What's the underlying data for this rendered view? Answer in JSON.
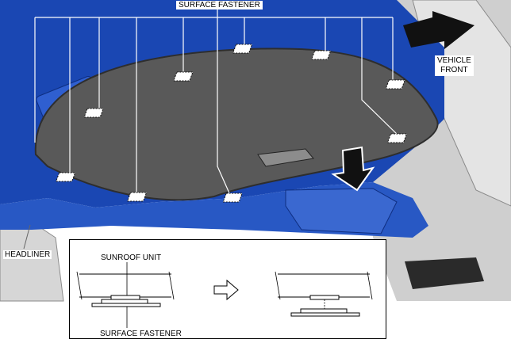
{
  "labels": {
    "surface_fastener_title": "SURFACE FASTENER",
    "vehicle_front_line1": "VEHICLE",
    "vehicle_front_line2": "FRONT",
    "headliner": "HEADLINER"
  },
  "inset": {
    "sunroof_unit": "SUNROOF UNIT",
    "surface_fastener": "SURFACE FASTENER"
  },
  "colors": {
    "headliner_blue": "#1a47b3",
    "sunroof_glass": "#555555",
    "body_grey": "#bfbfbf"
  }
}
